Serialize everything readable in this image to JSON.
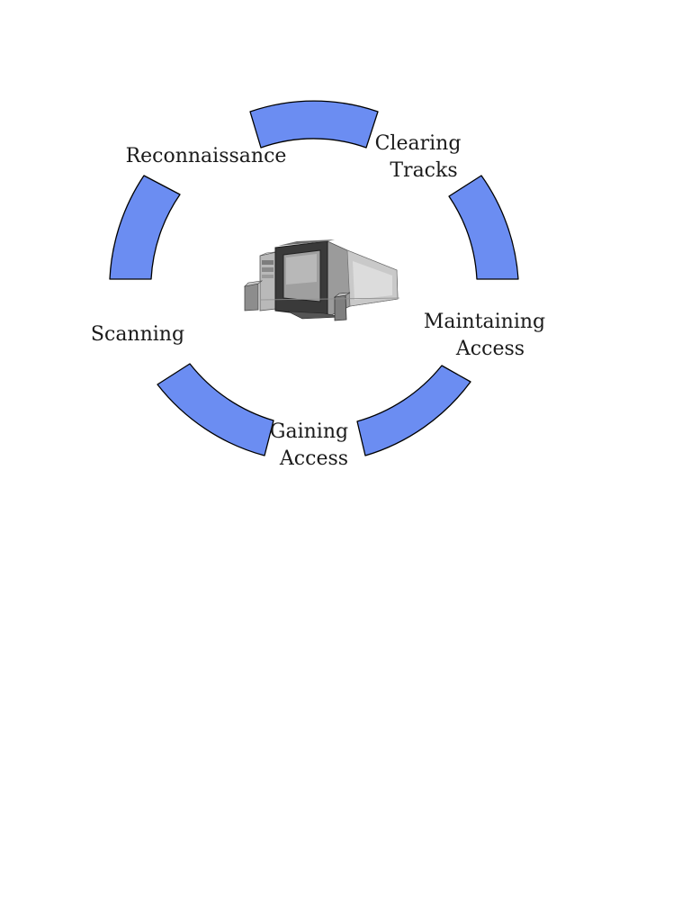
{
  "diagram": {
    "segment_color": "#6b8df2",
    "center_icon": "desktop-computer-icon",
    "phases": [
      {
        "lines": [
          "Reconnaissance"
        ]
      },
      {
        "lines": [
          "Clearing",
          "Tracks"
        ]
      },
      {
        "lines": [
          "Maintaining",
          "Access"
        ]
      },
      {
        "lines": [
          "Gaining",
          "Access"
        ]
      },
      {
        "lines": [
          "Scanning"
        ]
      }
    ]
  }
}
